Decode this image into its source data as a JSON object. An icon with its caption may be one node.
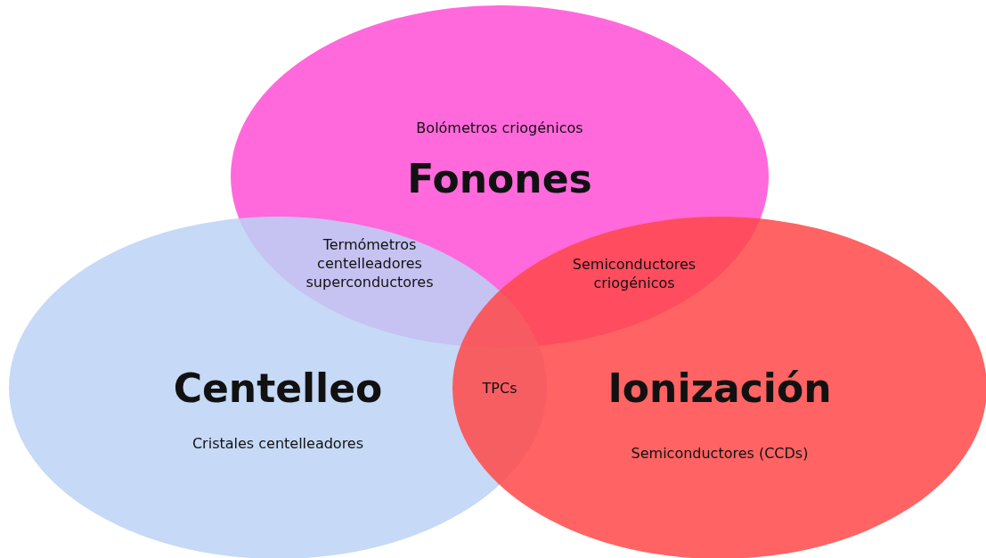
{
  "diagram": {
    "nodes": [
      {
        "text": [
          "Bolómetros criogénicos",
          "Fonones"
        ]
      },
      {
        "text": [
          "Centelleo",
          "Cristales centelleadores"
        ]
      },
      {
        "text": [
          "Ionización",
          "Semiconductores (CCDs)"
        ]
      }
    ],
    "labels": [
      "Termómetros centelleadores superconductores",
      "Semiconductores criogénicos",
      "TPCs"
    ]
  }
}
